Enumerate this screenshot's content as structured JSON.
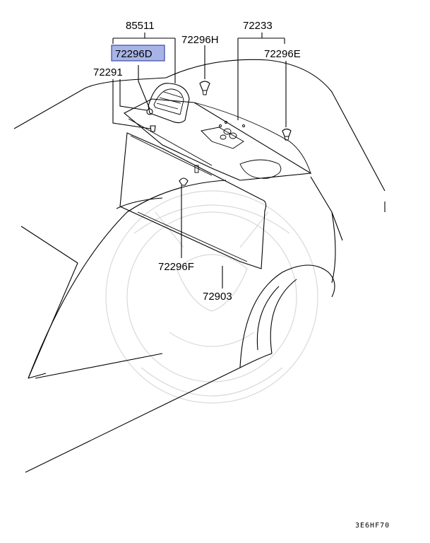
{
  "parts": [
    {
      "id": "p85511",
      "label": "85511"
    },
    {
      "id": "p72296D",
      "label": "72296D",
      "highlighted": true
    },
    {
      "id": "p72291",
      "label": "72291"
    },
    {
      "id": "p72296H",
      "label": "72296H"
    },
    {
      "id": "p72233",
      "label": "72233"
    },
    {
      "id": "p72296E",
      "label": "72296E"
    },
    {
      "id": "p72296F",
      "label": "72296F"
    },
    {
      "id": "p72903",
      "label": "72903"
    }
  ],
  "diagram_code": "3E6HF70",
  "colors": {
    "highlight_fill": "#a9b4e6",
    "highlight_stroke": "#3b4aa8",
    "line": "#000000",
    "watermark": "#d9d9d9"
  }
}
